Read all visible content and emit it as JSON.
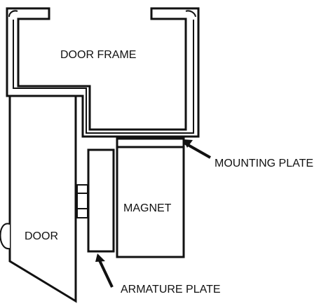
{
  "diagram": {
    "type": "magnetic-door-lock-installation",
    "colors": {
      "stroke": "#111111",
      "fill": "#ffffff",
      "arrow": "#111111"
    },
    "labels": {
      "door_frame": "DOOR FRAME",
      "door": "DOOR",
      "magnet": "MAGNET",
      "mounting_plate": "MOUNTING PLATE",
      "armature_plate": "ARMATURE PLATE"
    }
  }
}
